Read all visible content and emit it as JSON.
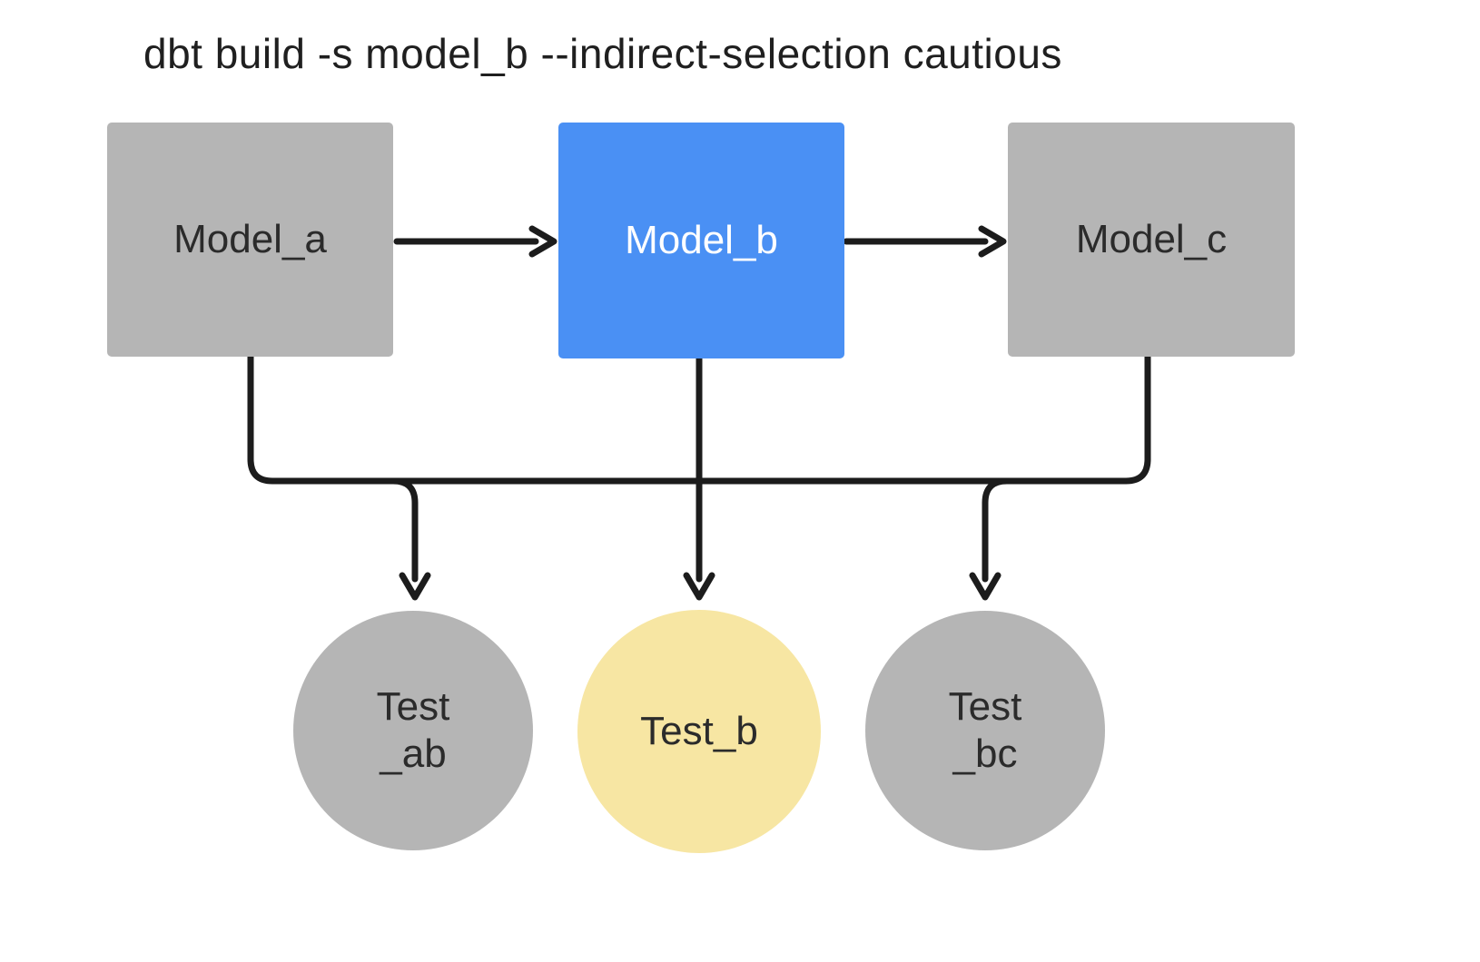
{
  "title": "dbt build -s model_b --indirect-selection cautious",
  "colors": {
    "bg": "#ffffff",
    "line": "#1c1c1c",
    "node-gray": "#b5b5b5",
    "node-blue": "#4a90f4",
    "node-yellow": "#f7e6a3",
    "text-dark": "#2b2b2b",
    "text-light": "#ffffff"
  },
  "nodes": {
    "model_a": {
      "label": "Model_a",
      "type": "model",
      "state": "unselected"
    },
    "model_b": {
      "label": "Model_b",
      "type": "model",
      "state": "selected"
    },
    "model_c": {
      "label": "Model_c",
      "type": "model",
      "state": "unselected"
    },
    "test_ab": {
      "line1": "Test",
      "line2": "_ab",
      "type": "test",
      "state": "unselected"
    },
    "test_b": {
      "label": "Test_b",
      "type": "test",
      "state": "indirectly-selected"
    },
    "test_bc": {
      "line1": "Test",
      "line2": "_bc",
      "type": "test",
      "state": "unselected"
    }
  },
  "edges": [
    {
      "from": "model_a",
      "to": "model_b"
    },
    {
      "from": "model_b",
      "to": "model_c"
    },
    {
      "from": "model_a",
      "to": "test_ab"
    },
    {
      "from": "model_b",
      "to": "test_ab"
    },
    {
      "from": "model_b",
      "to": "test_b"
    },
    {
      "from": "model_b",
      "to": "test_bc"
    },
    {
      "from": "model_c",
      "to": "test_bc"
    }
  ]
}
